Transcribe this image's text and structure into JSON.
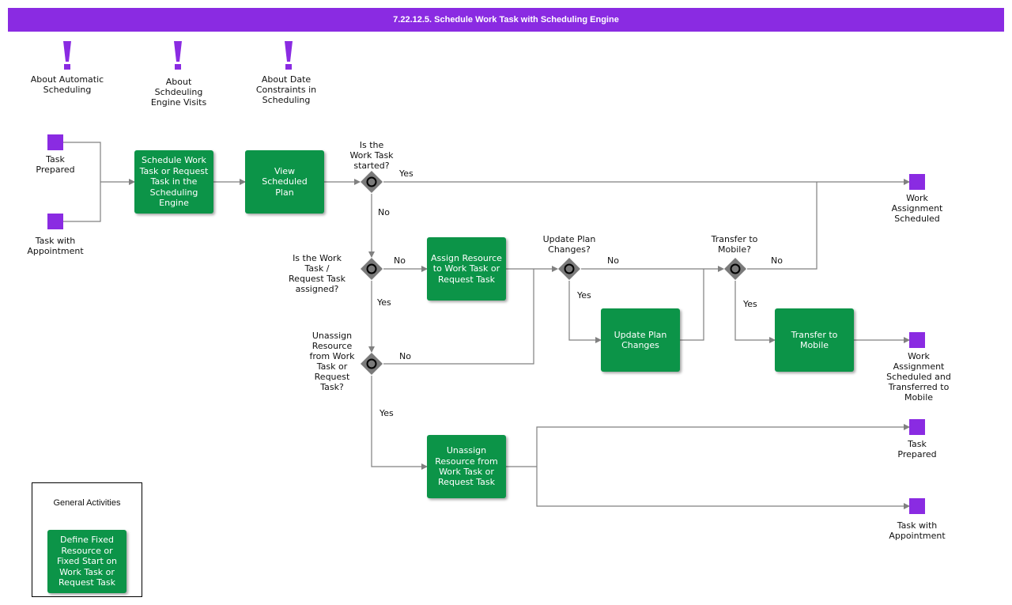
{
  "title": "7.22.12.5. Schedule Work Task with Scheduling Engine",
  "notes": [
    {
      "label": "About Automatic\nScheduling",
      "icon": "exclamation-icon"
    },
    {
      "label": "About\nSchdeuling\nEngine Visits",
      "icon": "exclamation-icon"
    },
    {
      "label": "About Date\nConstraints in\nScheduling",
      "icon": "exclamation-icon"
    }
  ],
  "events": {
    "start_task_prepared": "Task\nPrepared",
    "start_task_with_appointment": "Task with\nAppointment",
    "end_work_assignment_scheduled": "Work\nAssignment\nScheduled",
    "end_scheduled_and_transferred": "Work\nAssignment\nScheduled and\nTransferred to\nMobile",
    "end_task_prepared": "Task\nPrepared",
    "end_task_with_appointment": "Task with\nAppointment"
  },
  "tasks": {
    "schedule": "Schedule Work\nTask or Request\nTask in the\nScheduling\nEngine",
    "view_plan": "View\nScheduled\nPlan",
    "assign_resource": "Assign Resource\nto Work Task or\nRequest Task",
    "update_plan": "Update Plan\nChanges",
    "transfer_mobile": "Transfer to\nMobile",
    "unassign_resource": "Unassign\nResource from\nWork Task or\nRequest Task",
    "define_fixed": "Define Fixed\nResource or\nFixed Start on\nWork Task or\nRequest Task"
  },
  "gateways": {
    "started": "Is the\nWork Task\nstarted?",
    "assigned": "Is the Work\nTask /\nRequest Task\nassigned?",
    "unassign": "Unassign\nResource\nfrom Work\nTask or\nRequest\nTask?",
    "update_plan": "Update Plan\nChanges?",
    "transfer": "Transfer to\nMobile?"
  },
  "edge_labels": {
    "started_yes": "Yes",
    "started_no": "No",
    "assigned_no": "No",
    "assigned_yes": "Yes",
    "unassign_no": "No",
    "unassign_yes": "Yes",
    "update_no": "No",
    "update_yes": "Yes",
    "transfer_no": "No",
    "transfer_yes": "Yes"
  },
  "legend": {
    "title": "General Activities"
  },
  "colors": {
    "header": "#8a2be2",
    "task": "#0c9448",
    "event": "#8a2be2",
    "gateway": "#7a7a7a",
    "connector": "#808080"
  }
}
